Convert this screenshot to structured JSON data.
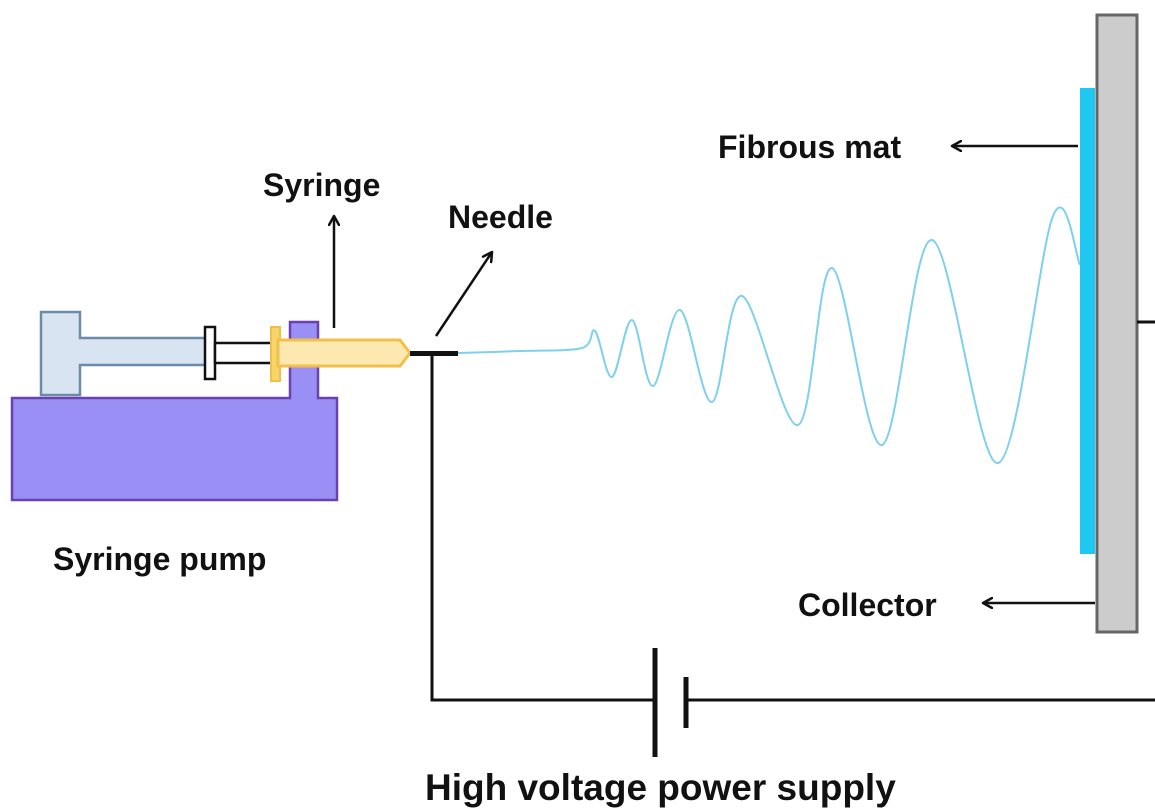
{
  "labels": {
    "syringe": "Syringe",
    "needle": "Needle",
    "fibrous_mat": "Fibrous mat",
    "collector": "Collector",
    "syringe_pump": "Syringe pump",
    "power_supply": "High voltage power supply"
  },
  "colors": {
    "pump_fill": "#9a8ff5",
    "pump_stroke": "#6a42b0",
    "plunger_fill": "#d8e4f1",
    "plunger_stroke": "#6d8aa8",
    "barrel_fill": "#fde8b0",
    "barrel_stroke": "#f2c04a",
    "jet": "#7ed0ec",
    "fibrous_mat": "#1ec8f0",
    "collector_fill": "#cccccc",
    "collector_stroke": "#666666",
    "wire": "#111111"
  }
}
